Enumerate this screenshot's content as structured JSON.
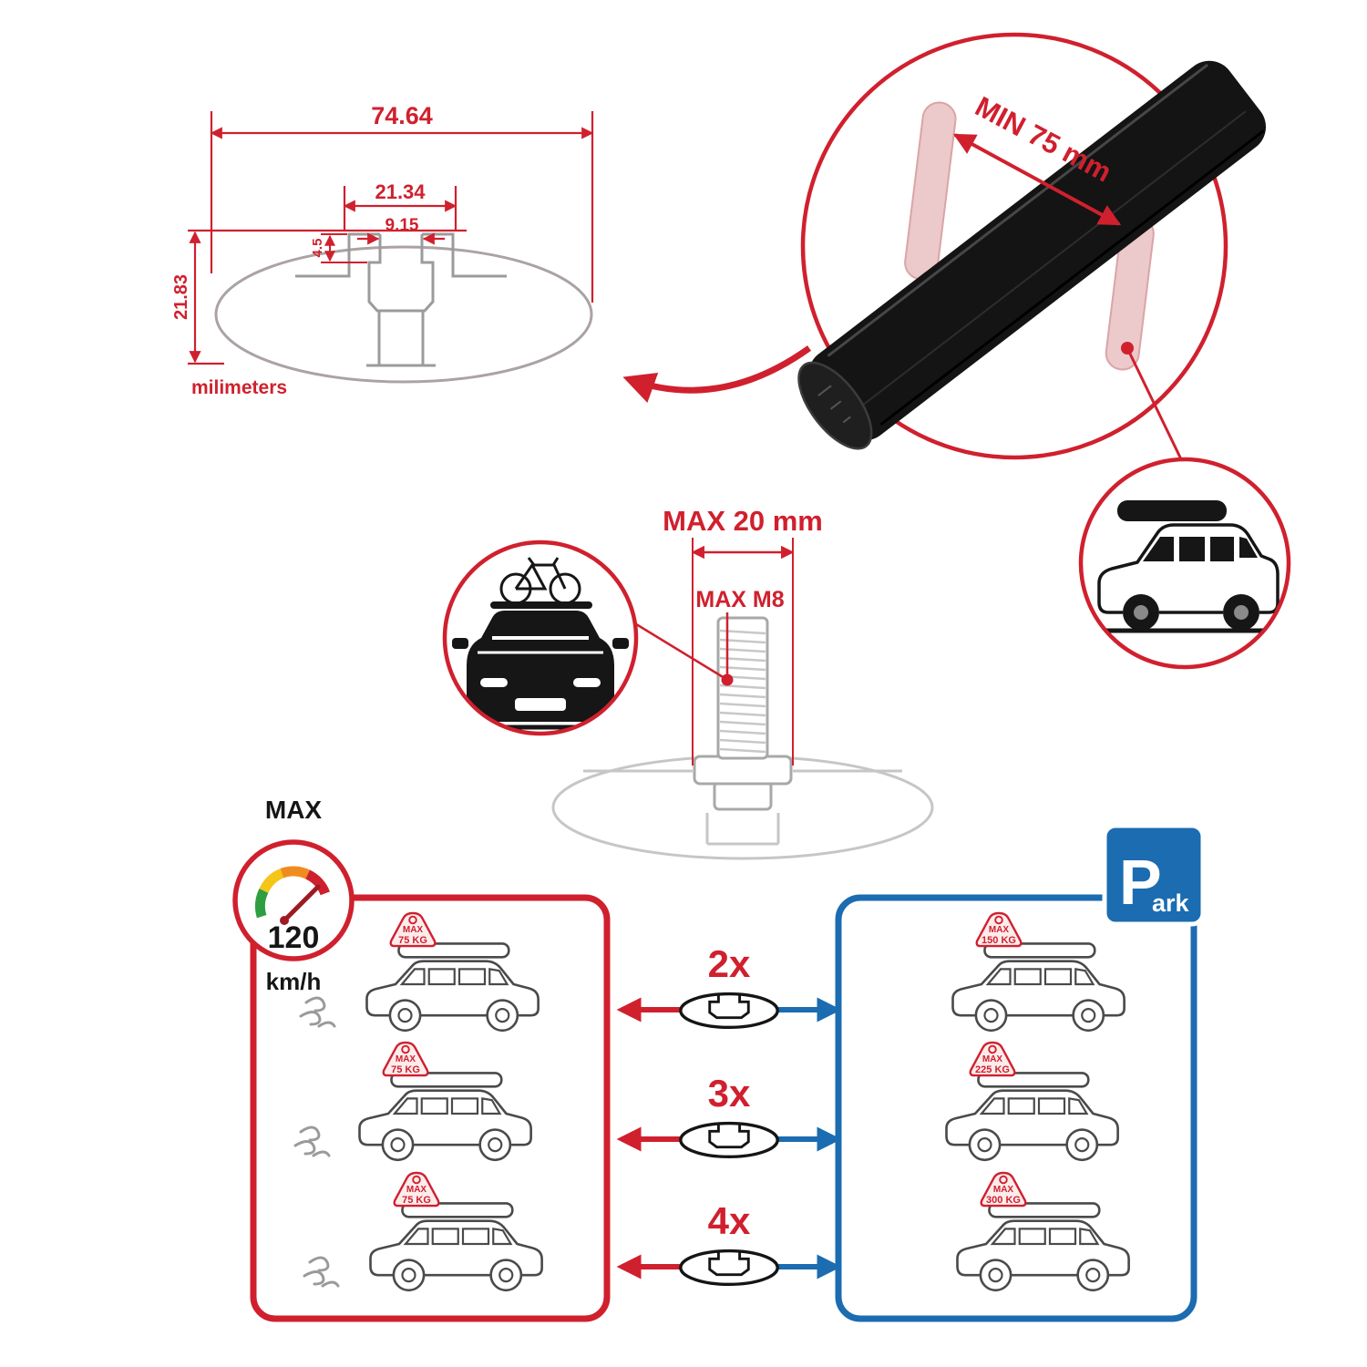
{
  "colors": {
    "accent_red": "#d0202e",
    "accent_blue": "#1b6cb0",
    "clamp_pink": "#e9c6c7",
    "bar_black": "#161616",
    "profile_gray": "#9b9b9b"
  },
  "icons": {
    "speedometer": "gauge-icon",
    "park_sign": "parking-sign-icon",
    "bike_on_car": "car-front-with-bike-icon",
    "suv_roofbox": "suv-with-roofbox-icon",
    "crossbar_section": "crossbar-cross-section-icon",
    "motion_lines": "exhaust-swirl-icon"
  },
  "dimension_drawing": {
    "total_width": "74.64",
    "channel_width": "21.34",
    "slot_width": "9.15",
    "lip_depth": "4.5",
    "bar_height": "21.83",
    "units_label": "milimeters"
  },
  "crossbar_detail": {
    "min_span_label": "MIN 75 mm"
  },
  "bolt_detail": {
    "max_width_label": "MAX 20 mm",
    "max_thread_label": "MAX M8"
  },
  "speed_limit": {
    "max_label": "MAX",
    "value": "120",
    "units": "km/h"
  },
  "driving_panel": {
    "cars": [
      {
        "load_line1": "MAX",
        "load_line2": "75 KG"
      },
      {
        "load_line1": "MAX",
        "load_line2": "75 KG"
      },
      {
        "load_line1": "MAX",
        "load_line2": "75 KG"
      }
    ]
  },
  "bar_counts": [
    {
      "label": "2x"
    },
    {
      "label": "3x"
    },
    {
      "label": "4x"
    }
  ],
  "parked_panel": {
    "park_sign": {
      "letter": "P",
      "suffix": "ark"
    },
    "cars": [
      {
        "load_line1": "MAX",
        "load_line2": "150 KG"
      },
      {
        "load_line1": "MAX",
        "load_line2": "225 KG"
      },
      {
        "load_line1": "MAX",
        "load_line2": "300 KG"
      }
    ]
  }
}
